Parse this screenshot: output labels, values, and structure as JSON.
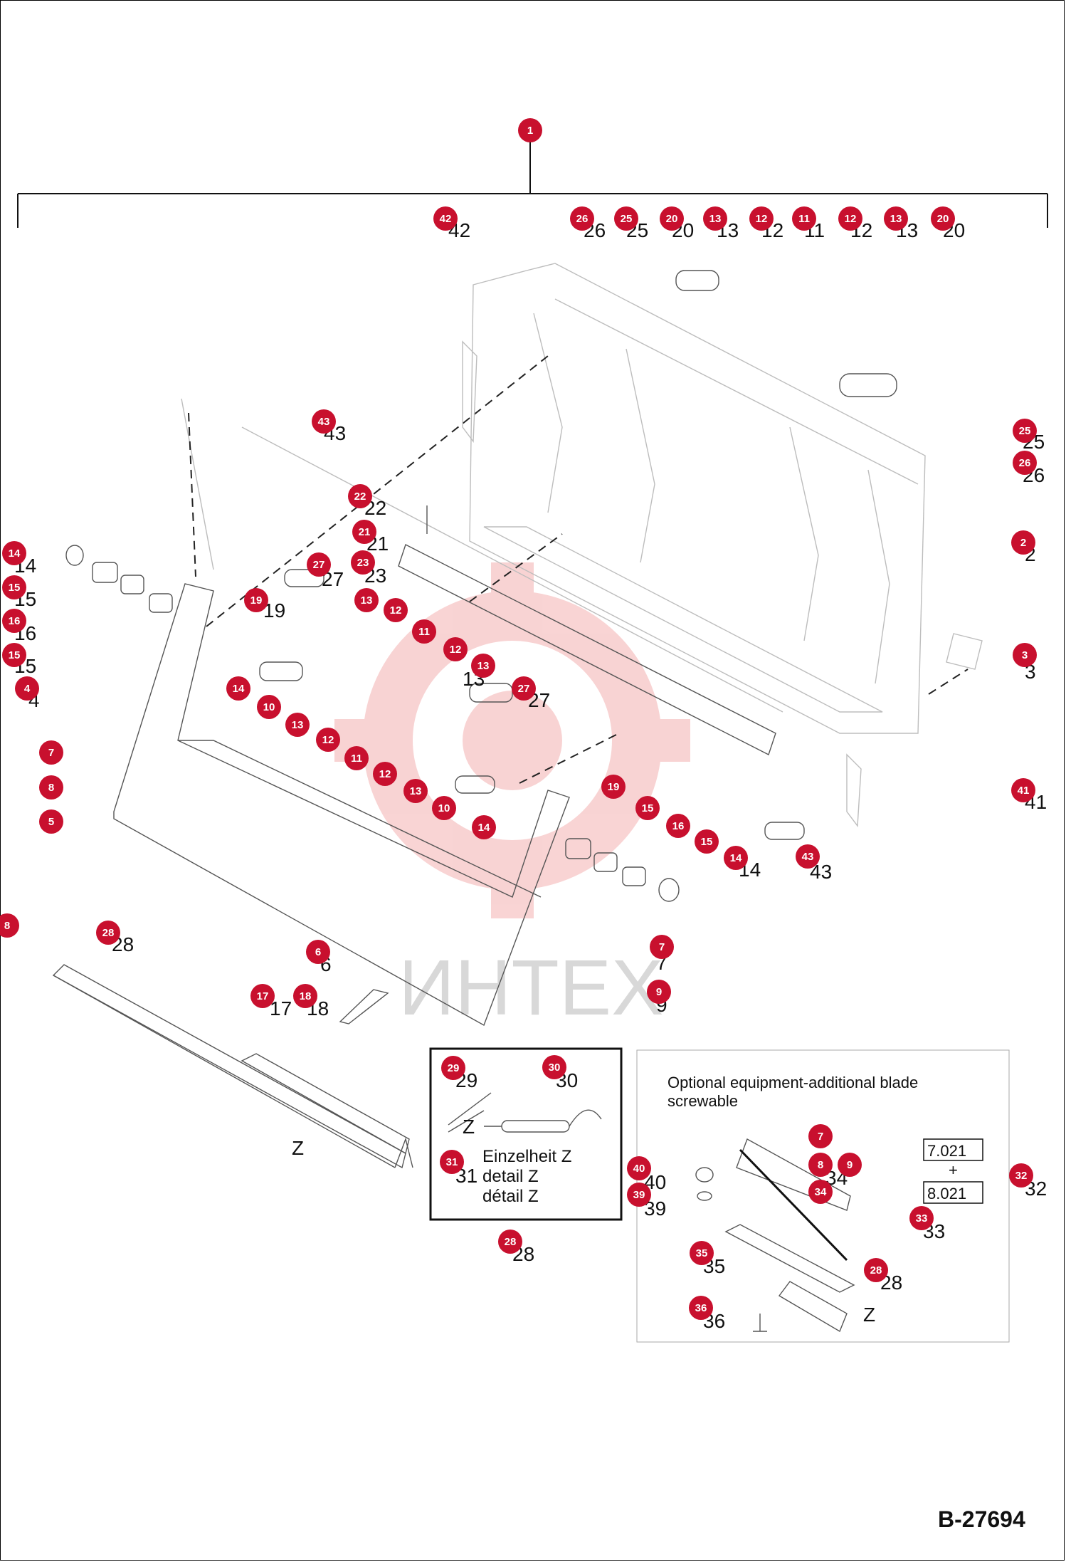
{
  "drawing": {
    "code": "B-27694",
    "watermark": "ИНТЕХ",
    "colors": {
      "callout": "#c8102e",
      "watermark": "#f2b8b8",
      "line": "#555555"
    }
  },
  "detail_box": {
    "line1": "Einzelheit Z",
    "line2": "detail Z",
    "line3": "détail Z"
  },
  "optional_box": {
    "title_line1": "Optional equipment-additional blade",
    "title_line2": "screwable",
    "model_a": "7.021",
    "plus": "+",
    "model_b": "8.021"
  },
  "callouts": [
    "1",
    "42",
    "26",
    "25",
    "20",
    "13",
    "12",
    "11",
    "12",
    "13",
    "20",
    "43",
    "25",
    "26",
    "22",
    "21",
    "23",
    "27",
    "19",
    "13",
    "12",
    "11",
    "2",
    "12",
    "13",
    "27",
    "14",
    "15",
    "16",
    "15",
    "4",
    "14",
    "10",
    "13",
    "12",
    "11",
    "12",
    "13",
    "10",
    "14",
    "7",
    "8",
    "5",
    "19",
    "15",
    "16",
    "15",
    "14",
    "43",
    "3",
    "41",
    "8",
    "28",
    "6",
    "7",
    "9",
    "17",
    "18",
    "29",
    "30",
    "31",
    "28",
    "40",
    "39",
    "7",
    "8",
    "9",
    "34",
    "32",
    "33",
    "35",
    "28",
    "36"
  ],
  "part_labels": [
    "42",
    "26",
    "25",
    "20",
    "13",
    "12",
    "11",
    "12",
    "13",
    "20",
    "43",
    "25",
    "26",
    "22",
    "21",
    "23",
    "27",
    "19",
    "2",
    "27",
    "13",
    "14",
    "15",
    "16",
    "15",
    "4",
    "3",
    "41",
    "14",
    "43",
    "28",
    "6",
    "7",
    "9",
    "17",
    "18",
    "29",
    "30",
    "31",
    "28",
    "40",
    "39",
    "34",
    "32",
    "33",
    "35",
    "28",
    "36",
    "Z",
    "Z",
    "Z"
  ]
}
